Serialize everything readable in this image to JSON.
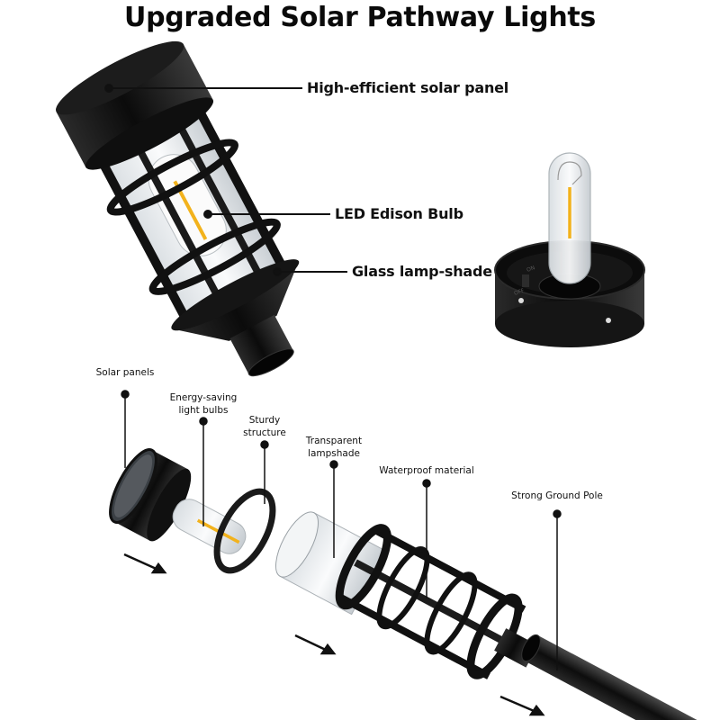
{
  "title": "Upgraded Solar Pathway Lights",
  "top_callouts": [
    {
      "label": "High-efficient solar panel"
    },
    {
      "label": "LED Edison Bulb"
    },
    {
      "label": "Glass lamp-shade"
    }
  ],
  "exploded_callouts": [
    {
      "label_line1": "Solar panels",
      "label_line2": ""
    },
    {
      "label_line1": "Energy-saving",
      "label_line2": "light bulbs"
    },
    {
      "label_line1": "Sturdy",
      "label_line2": "structure"
    },
    {
      "label_line1": "Transparent",
      "label_line2": "lampshade"
    },
    {
      "label_line1": "Waterproof material",
      "label_line2": ""
    },
    {
      "label_line1": "Strong Ground Pole",
      "label_line2": ""
    }
  ],
  "switch_labels": {
    "on": "ON",
    "off": "OFF"
  },
  "colors": {
    "housing": "#111111",
    "filament": "#f2b21c",
    "glass": "#e9edf0",
    "leader_line": "#111111"
  }
}
